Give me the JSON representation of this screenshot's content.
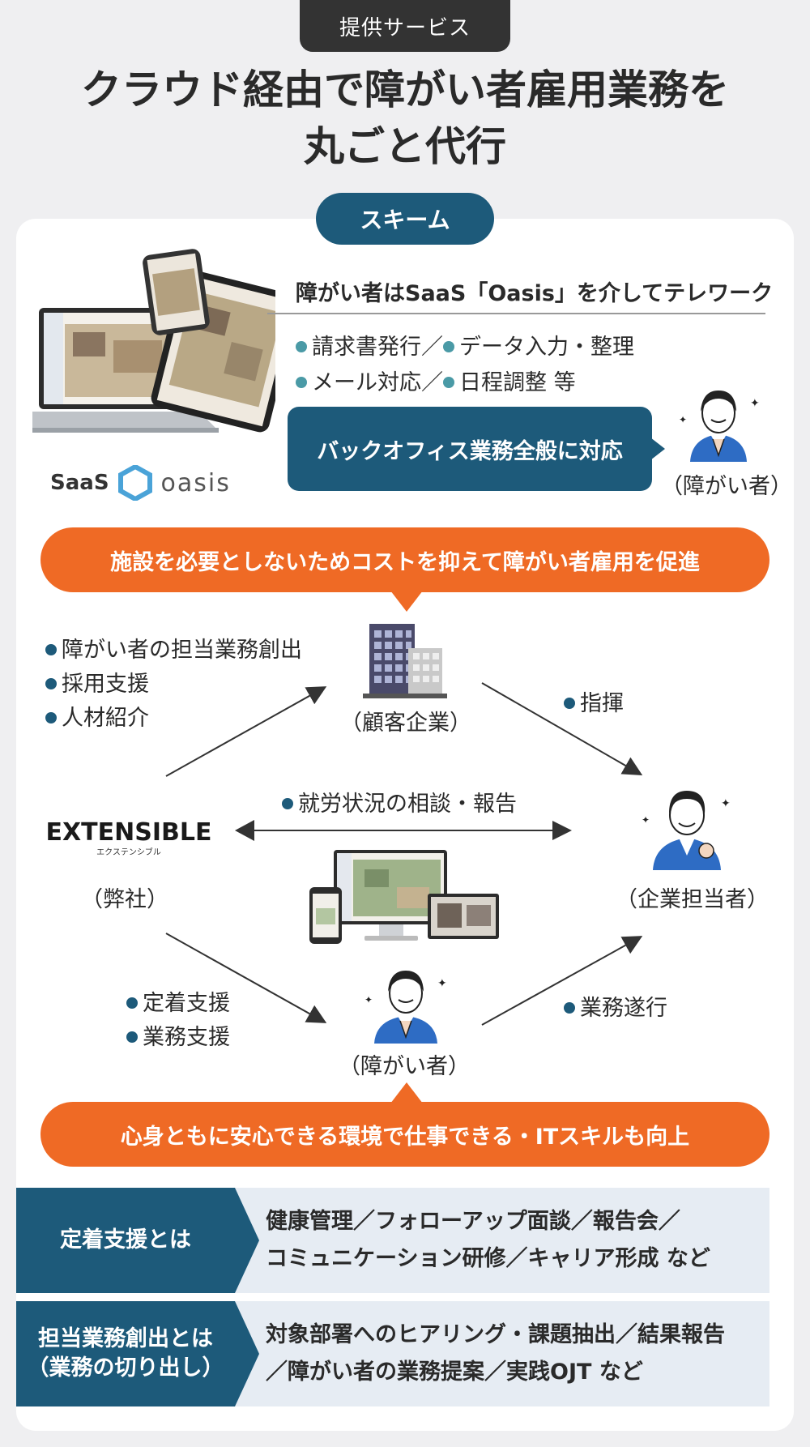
{
  "header": {
    "tag": "提供サービス",
    "title_line1": "クラウド経由で障がい者雇用業務を",
    "title_line2": "丸ごと代行"
  },
  "scheme": {
    "label": "スキーム",
    "section_title": "障がい者はSaaS「Oasis」を介してテレワーク",
    "tasks_line1": [
      "請求書発行／",
      "データ入力・整理"
    ],
    "tasks_line2": [
      "メール対応／",
      "日程調整 等"
    ],
    "backoffice": "バックオフィス業務全般に対応",
    "worker_caption_top": "（障がい者）",
    "saas_label": "SaaS",
    "oasis_label": "oasis"
  },
  "banner_top": "施設を必要としないためコストを抑えて障がい者雇用を促進",
  "diagram": {
    "company_bullets": [
      "障がい者の担当業務創出",
      "採用支援",
      "人材紹介"
    ],
    "client_caption": "（顧客企業）",
    "command": "指揮",
    "consult": "就労状況の相談・報告",
    "extensible_logo": "EXTENSIBLE",
    "extensible_kana": "エクステンシブル",
    "our_company": "（弊社）",
    "manager_caption": "（企業担当者）",
    "support_bullets": [
      "定着支援",
      "業務支援"
    ],
    "worker_caption": "（障がい者）",
    "work_exec": "業務遂行"
  },
  "banner_bottom": "心身ともに安心できる環境で仕事できる・ITスキルも向上",
  "rows": [
    {
      "label": [
        "定着支援とは"
      ],
      "text": [
        "健康管理／フォローアップ面談／報告会／",
        "コミュニケーション研修／キャリア形成 など"
      ]
    },
    {
      "label": [
        "担当業務創出とは",
        "（業務の切り出し）"
      ],
      "text": [
        "対象部署へのヒアリング・課題抽出／結果報告",
        "／障がい者の業務提案／実践OJT など"
      ]
    }
  ],
  "colors": {
    "navy": "#1d5a7a",
    "orange": "#ef6a25",
    "teal": "#4a9aa6",
    "row_bg": "#e6ecf3"
  }
}
